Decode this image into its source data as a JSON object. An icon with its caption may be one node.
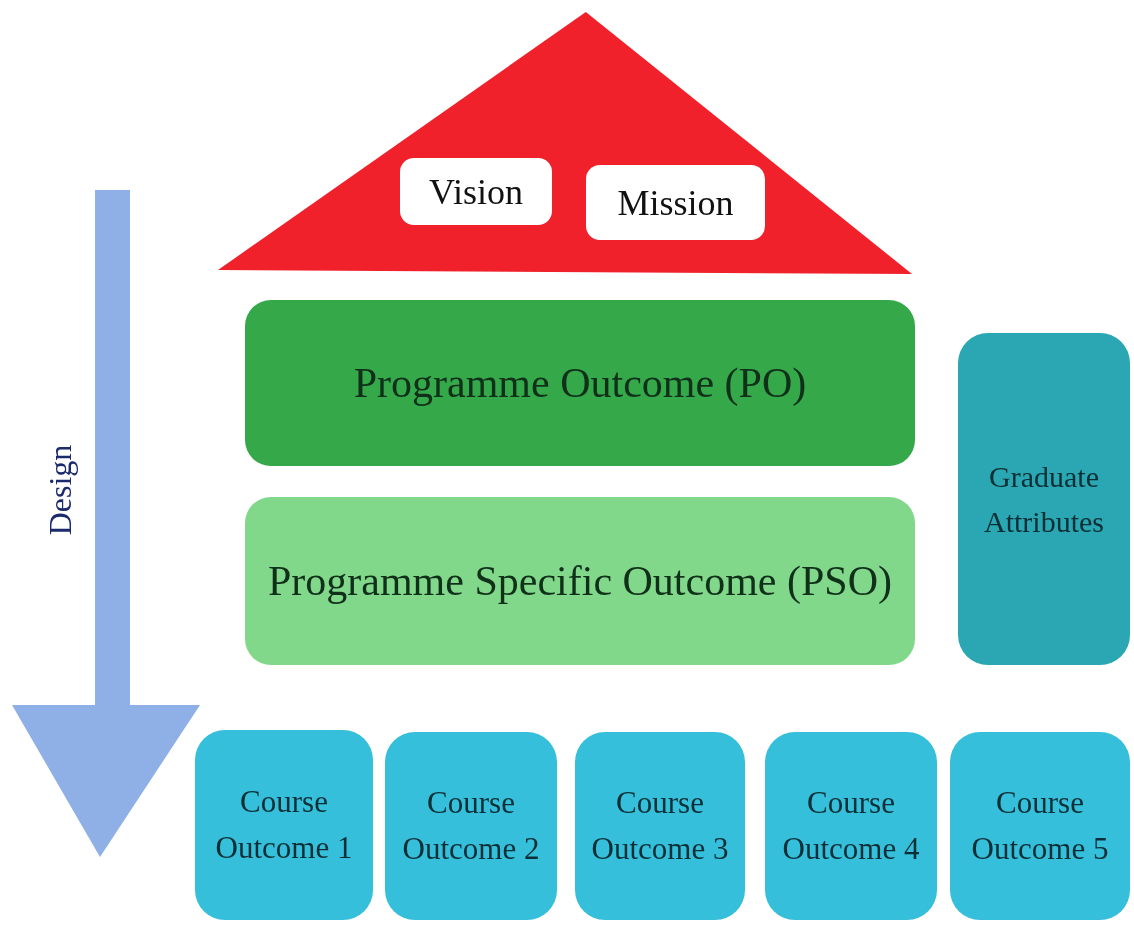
{
  "diagram": {
    "nodes": [
      {
        "text": [],
        "shape": "triangle"
      },
      {
        "text": [
          "Vision"
        ],
        "in": 0
      },
      {
        "text": [
          "Mission"
        ],
        "in": 0
      },
      {
        "text": [
          "Programme Outcome (PO)"
        ]
      },
      {
        "text": [
          "Programme Specific Outcome (PSO)"
        ]
      },
      {
        "text": [
          "Graduate Attributes"
        ]
      },
      {
        "text": [
          "Course Outcome 1"
        ]
      },
      {
        "text": [
          "Course Outcome 2"
        ]
      },
      {
        "text": [
          "Course Outcome 3"
        ]
      },
      {
        "text": [
          "Course Outcome 4"
        ]
      },
      {
        "text": [
          "Course Outcome 5"
        ]
      }
    ],
    "edges": [],
    "labels": [
      "Design"
    ]
  }
}
